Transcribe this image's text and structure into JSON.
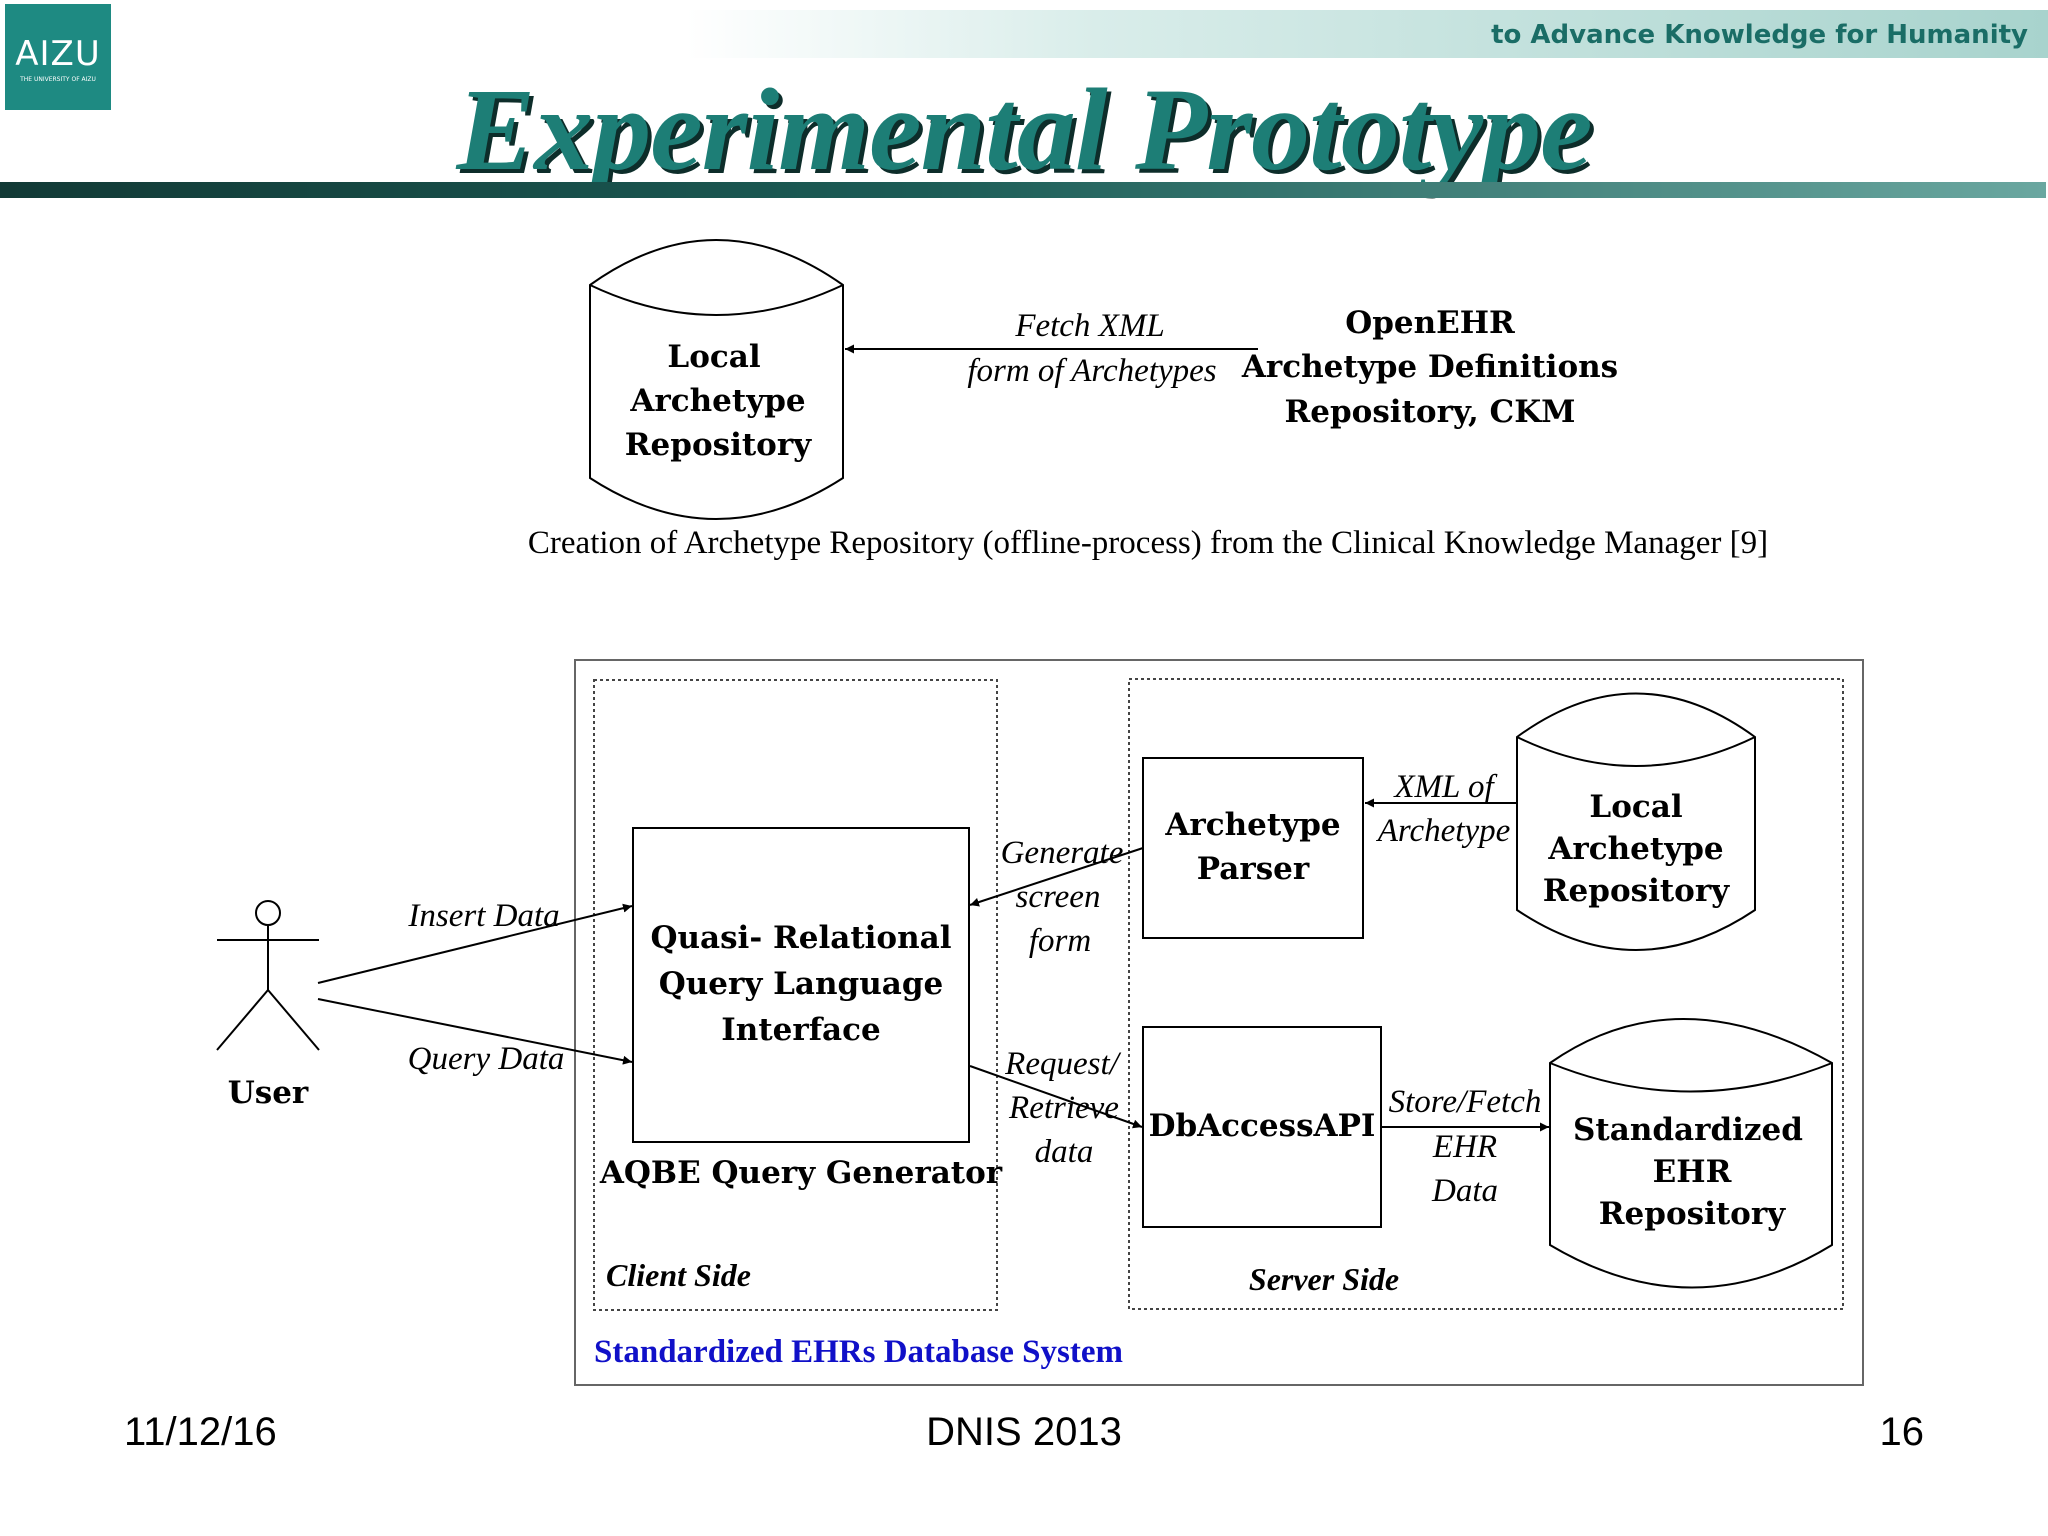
{
  "header": {
    "logo_text": "AIZU",
    "logo_subtext": "THE UNIVERSITY OF AIZU",
    "tagline": "to Advance Knowledge for Humanity",
    "title": "Experimental Prototype"
  },
  "top_diagram": {
    "local_repo": [
      "Local",
      "Archetype",
      "Repository"
    ],
    "arrow_label": [
      "Fetch XML",
      "form of Archetypes"
    ],
    "openehr": [
      "OpenEHR",
      "Archetype Definitions",
      "Repository, CKM"
    ],
    "caption": "Creation of Archetype Repository (offline-process) from the Clinical Knowledge Manager [9]"
  },
  "bottom_diagram": {
    "user": "User",
    "insert_data": "Insert Data",
    "query_data": "Query Data",
    "qrql": [
      "Quasi- Relational",
      "Query Language",
      "Interface"
    ],
    "aqbe": "AQBE Query Generator",
    "client_side": "Client Side",
    "server_side": "Server Side",
    "generate": [
      "Generate",
      "screen",
      "form"
    ],
    "request": [
      "Request/",
      "Retrieve",
      "data"
    ],
    "parser": [
      "Archetype",
      "Parser"
    ],
    "xml_of": [
      "XML of",
      "Archetype"
    ],
    "local_repo": [
      "Local",
      "Archetype",
      "Repository"
    ],
    "dbaccess": "DbAccessAPI",
    "store_fetch": [
      "Store/Fetch",
      "EHR",
      "Data"
    ],
    "std_repo": [
      "Standardized",
      "EHR",
      "Repository"
    ],
    "system_label": "Standardized EHRs Database System"
  },
  "footer": {
    "date": "11/12/16",
    "conference": "DNIS 2013",
    "page": "16"
  }
}
